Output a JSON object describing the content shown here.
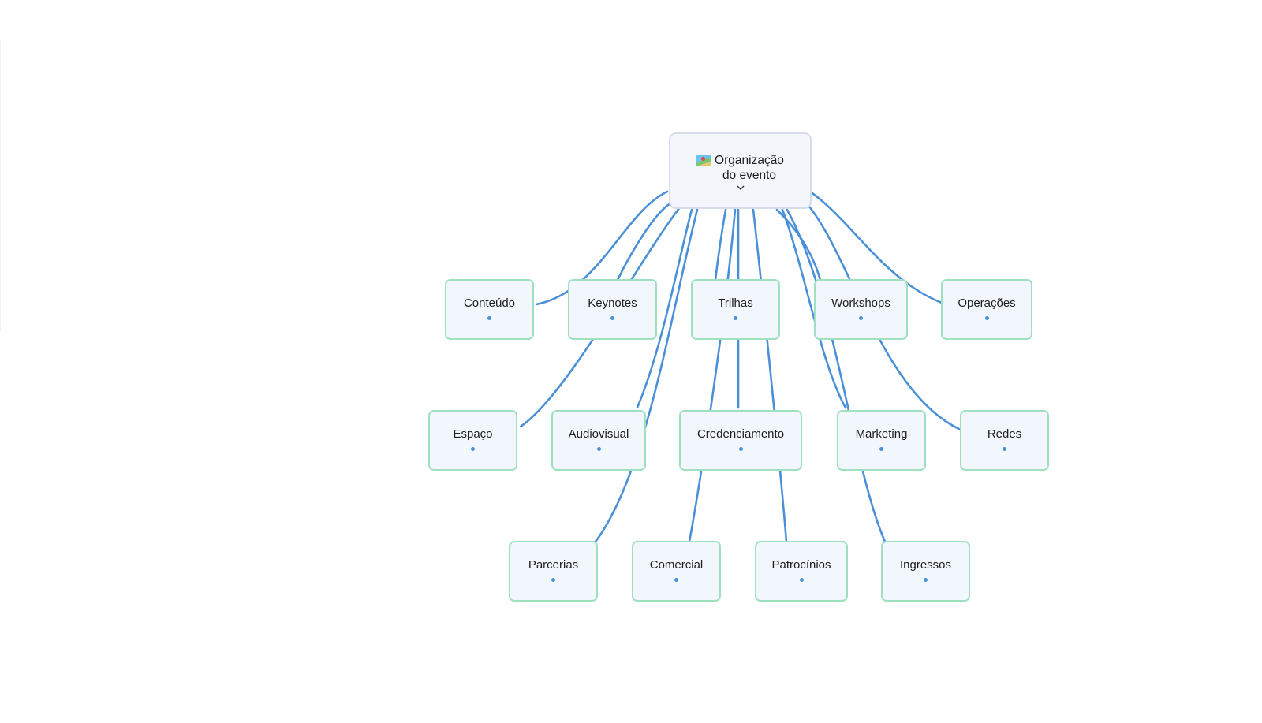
{
  "root": {
    "title": "Organização\ndo evento",
    "icon": "world-map-icon",
    "toggle_icon": "chevron-down-icon"
  },
  "nodes": [
    {
      "id": "conteudo",
      "label": "Conteúdo"
    },
    {
      "id": "keynotes",
      "label": "Keynotes"
    },
    {
      "id": "trilhas",
      "label": "Trilhas"
    },
    {
      "id": "workshops",
      "label": "Workshops"
    },
    {
      "id": "operacoes",
      "label": "Operações"
    },
    {
      "id": "espaco",
      "label": "Espaço"
    },
    {
      "id": "audiovisual",
      "label": "Audiovisual"
    },
    {
      "id": "credenciamento",
      "label": "Credenciamento"
    },
    {
      "id": "marketing",
      "label": "Marketing"
    },
    {
      "id": "redes",
      "label": "Redes"
    },
    {
      "id": "parcerias",
      "label": "Parcerias"
    },
    {
      "id": "comercial",
      "label": "Comercial"
    },
    {
      "id": "patrocinios",
      "label": "Patrocínios"
    },
    {
      "id": "ingressos",
      "label": "Ingressos"
    }
  ],
  "colors": {
    "edge": "#4a90d9",
    "node_border": "#9fe0c0",
    "node_fill": "#f2f7fd",
    "root_border": "#d6dde8"
  }
}
